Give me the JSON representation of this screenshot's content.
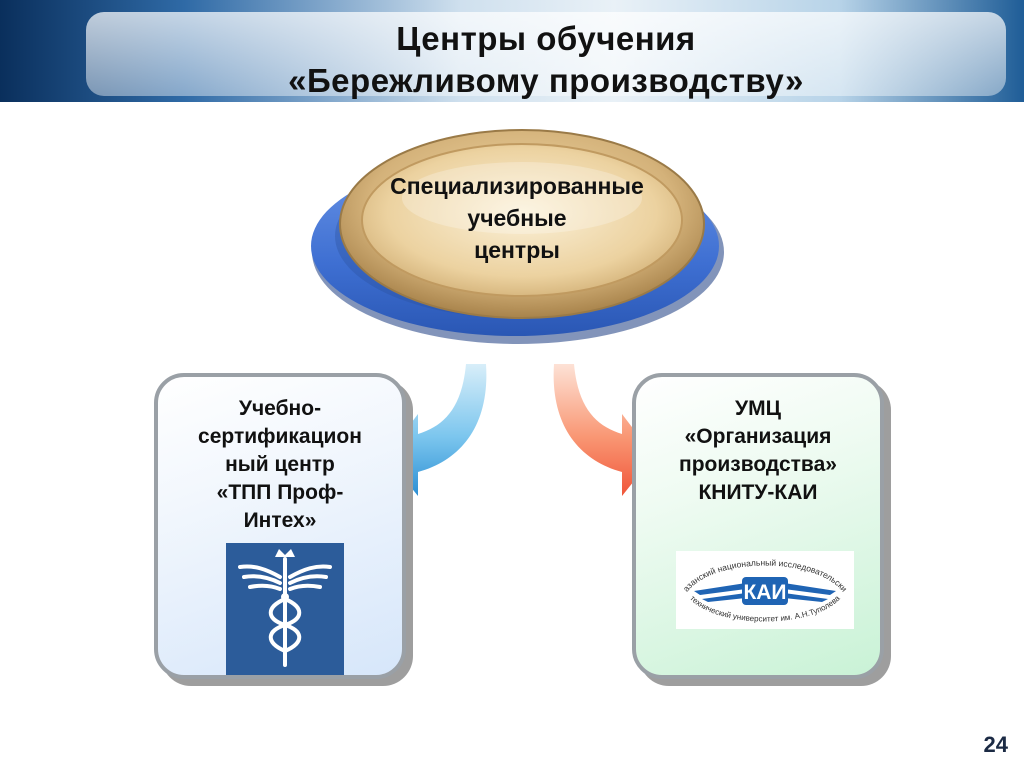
{
  "slide": {
    "title_lines": [
      "Центры обучения",
      "«Бережливому производству»"
    ],
    "page_number": "24"
  },
  "center": {
    "lines": [
      "Специализированные",
      "учебные",
      "центры"
    ]
  },
  "left_box": {
    "lines": [
      "Учебно-",
      "сертификацион",
      "ный центр",
      "«ТПП Проф-",
      "Интех»"
    ],
    "logo_icon": "caduceus-logo-icon"
  },
  "right_box": {
    "lines": [
      "УМЦ",
      "«Организация",
      "производства»",
      "КНИТУ-КАИ"
    ],
    "logo": {
      "top_text": "Казанский национальный исследовательский",
      "mark": "КАИ",
      "bottom_text": "технический университет им. А.Н.Туполева"
    }
  },
  "colors": {
    "disc_blue": "#3d6fd0",
    "disc_gold": "#c8a46a",
    "arrow_blue": "#3aa3de",
    "arrow_orange": "#f46a45",
    "kai_blue": "#1f64b4",
    "tpp_logo_bg": "#2c5c9a"
  }
}
